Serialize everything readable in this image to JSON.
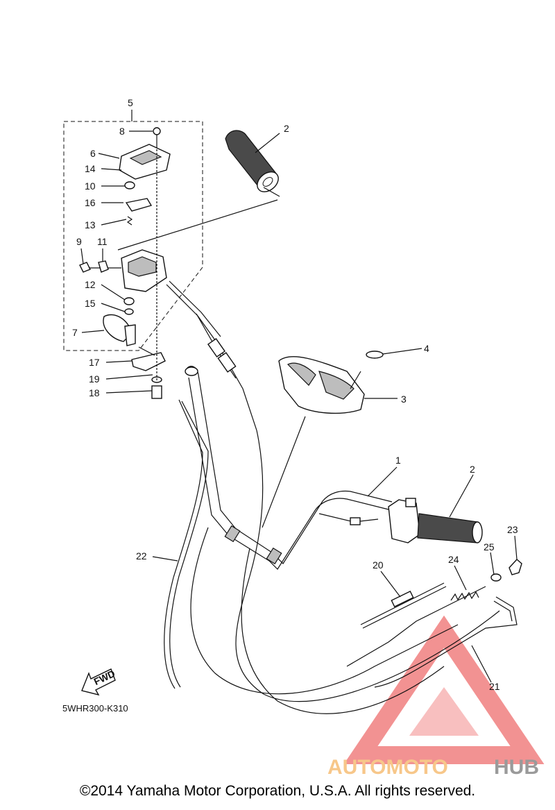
{
  "callouts": [
    {
      "id": "c5",
      "text": "5"
    },
    {
      "id": "c8",
      "text": "8"
    },
    {
      "id": "c6",
      "text": "6"
    },
    {
      "id": "c14",
      "text": "14"
    },
    {
      "id": "c10",
      "text": "10"
    },
    {
      "id": "c16",
      "text": "16"
    },
    {
      "id": "c13",
      "text": "13"
    },
    {
      "id": "c9",
      "text": "9"
    },
    {
      "id": "c11",
      "text": "11"
    },
    {
      "id": "c12",
      "text": "12"
    },
    {
      "id": "c15",
      "text": "15"
    },
    {
      "id": "c7",
      "text": "7"
    },
    {
      "id": "c17",
      "text": "17"
    },
    {
      "id": "c19",
      "text": "19"
    },
    {
      "id": "c18",
      "text": "18"
    },
    {
      "id": "c2a",
      "text": "2"
    },
    {
      "id": "c4",
      "text": "4"
    },
    {
      "id": "c3",
      "text": "3"
    },
    {
      "id": "c1",
      "text": "1"
    },
    {
      "id": "c2b",
      "text": "2"
    },
    {
      "id": "c23",
      "text": "23"
    },
    {
      "id": "c25",
      "text": "25"
    },
    {
      "id": "c24",
      "text": "24"
    },
    {
      "id": "c20",
      "text": "20"
    },
    {
      "id": "c22",
      "text": "22"
    },
    {
      "id": "c21",
      "text": "21"
    }
  ],
  "fwd_label": "FWD",
  "diagram_code": "5WHR300-K310",
  "watermark": {
    "part1": "AUTOMOTO",
    "part2": "HUB",
    "color1": "#f7c78a",
    "color2": "#9a9a9a",
    "logo_color": "#f08080"
  },
  "copyright": "©2014 Yamaha Motor Corporation, U.S.A. All rights reserved."
}
